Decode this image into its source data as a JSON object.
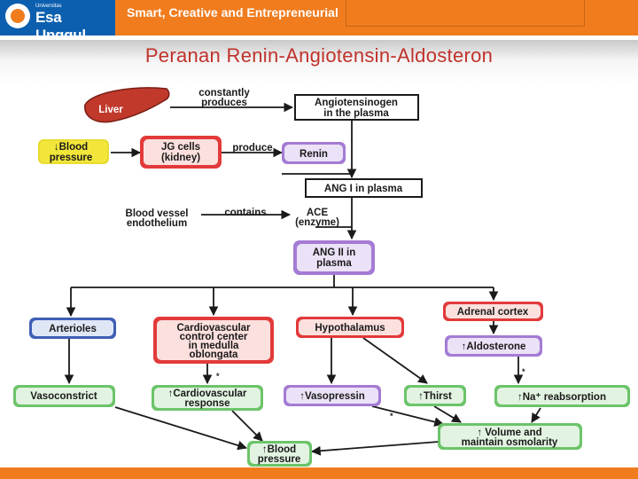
{
  "header": {
    "logo_small": "Universitas",
    "logo_name": "Esa Unggul",
    "tagline": "Smart, Creative and Entrepreneurial"
  },
  "title": "Peranan Renin-Angiotensin-Aldosteron",
  "colors": {
    "header_orange": "#f07c1e",
    "logo_blue": "#0b5fae",
    "title_red": "#c0322b",
    "node_red": "#e23a3a",
    "node_purple": "#a47bd4",
    "node_green": "#6cc46a",
    "node_blue": "#3f5eb5",
    "node_yellow": "#f2e63a",
    "node_white": "#ffffff"
  },
  "diagram": {
    "nodes": {
      "liver": "Liver",
      "angiotensinogen": [
        "Angiotensinogen",
        "in the plasma"
      ],
      "blood_pressure_top": [
        "↓Blood",
        "pressure"
      ],
      "jg_cells": [
        "JG cells",
        "(kidney)"
      ],
      "renin": "Renin",
      "ang1": "ANG I in plasma",
      "ace": [
        "ACE",
        "(enzyme)"
      ],
      "ang2": [
        "ANG II in",
        "plasma"
      ],
      "arterioles": "Arterioles",
      "cardio_center": [
        "Cardiovascular",
        "control center",
        "in medulla",
        "oblongata"
      ],
      "hypothalamus": "Hypothalamus",
      "adrenal_cortex": "Adrenal cortex",
      "aldosterone": "↑Aldosterone",
      "vasoconstrict": "Vasoconstrict",
      "cardio_response": [
        "↑Cardiovascular",
        "response"
      ],
      "vasopressin": "↑Vasopressin",
      "thirst": "↑Thirst",
      "na_reabsorption": "↑Na⁺ reabsorption",
      "volume": [
        "↑ Volume and",
        "maintain osmolarity"
      ],
      "blood_pressure_bottom": [
        "↑Blood",
        "pressure"
      ]
    },
    "labels": {
      "constantly_produces": [
        "constantly",
        "produces"
      ],
      "produce": "produce",
      "blood_vessel": [
        "Blood vessel",
        "endothelium"
      ],
      "contains": "contains",
      "star": "*"
    }
  }
}
